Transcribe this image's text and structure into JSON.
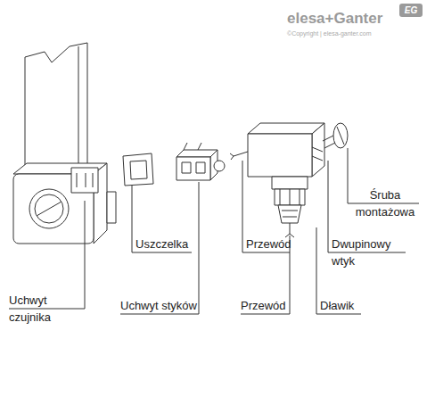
{
  "diagram": {
    "labels": [
      "elesa+Ganter",
      "EG",
      "©Copyright | elesa-ganter.com",
      "Śruba montażowa",
      "Uszczelka",
      "Przewód",
      "Dwupinowy wtyk",
      "Uchwyt czujnika",
      "Uchwyt styków",
      "Przewód",
      "Dławik"
    ]
  }
}
